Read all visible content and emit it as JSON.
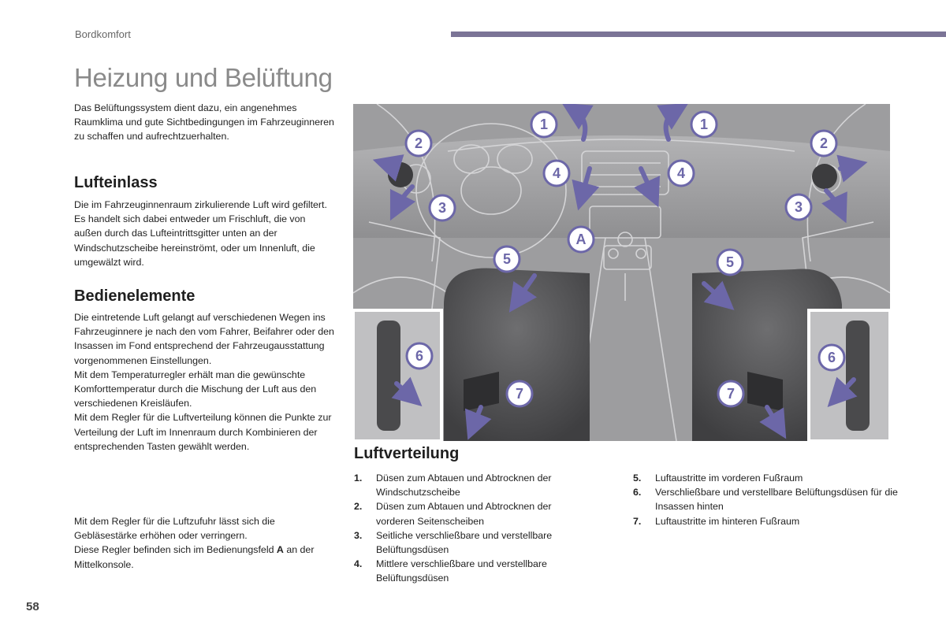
{
  "header": {
    "section": "Bordkomfort",
    "title": "Heizung und Belüftung"
  },
  "intro": "Das Belüftungssystem dient dazu, ein angenehmes Raumklima und gute Sichtbedingungen im Fahrzeuginneren zu schaffen und aufrechtzuerhalten.",
  "lufteinlass": {
    "heading": "Lufteinlass",
    "text": "Die im Fahrzeuginnenraum zirkulierende Luft wird gefiltert. Es handelt sich dabei entweder um Frischluft, die von außen durch das Lufteintrittsgitter unten an der Windschutzscheibe hereinströmt, oder um Innenluft, die umgewälzt wird."
  },
  "bedienelemente": {
    "heading": "Bedienelemente",
    "p1": "Die eintretende Luft gelangt auf verschiedenen Wegen ins Fahrzeuginnere je nach den vom Fahrer, Beifahrer oder den Insassen im Fond entsprechend der Fahrzeugausstattung vorgenommenen Einstellungen.",
    "p2": "Mit dem Temperaturregler erhält man die gewünschte Komforttemperatur durch die Mischung der Luft aus den verschiedenen Kreisläufen.",
    "p3": "Mit dem Regler für die Luftverteilung können die Punkte zur Verteilung der Luft im Innenraum durch Kombinieren der entsprechenden Tasten gewählt werden."
  },
  "regler": {
    "p1": "Mit dem Regler für die Luftzufuhr lässt sich die Gebläsestärke erhöhen oder verringern.",
    "p2_before": "Diese Regler befinden sich im Bedienungsfeld ",
    "p2_bold": "A",
    "p2_after": " an der Mittelkonsole."
  },
  "figure": {
    "labels": [
      "1",
      "2",
      "3",
      "4",
      "5",
      "6",
      "7",
      "A"
    ]
  },
  "luftverteilung": {
    "heading": "Luftverteilung",
    "items": [
      {
        "num": "1.",
        "text": "Düsen zum Abtauen und Abtrocknen der Windschutzscheibe"
      },
      {
        "num": "2.",
        "text": "Düsen zum Abtauen und Abtrocknen der vorderen Seitenscheiben"
      },
      {
        "num": "3.",
        "text": "Seitliche verschließbare und verstellbare Belüftungsdüsen"
      },
      {
        "num": "4.",
        "text": "Mittlere verschließbare und verstellbare Belüftungsdüsen"
      },
      {
        "num": "5.",
        "text": "Luftaustritte im vorderen Fußraum"
      },
      {
        "num": "6.",
        "text": "Verschließbare und verstellbare Belüftungsdüsen für die Insassen hinten"
      },
      {
        "num": "7.",
        "text": "Luftaustritte im hinteren Fußraum"
      }
    ]
  },
  "page_number": "58",
  "colors": {
    "accent_bar": "#7b7496",
    "arrow": "#6c67a8",
    "figure_bg": "#9d9d9f"
  }
}
